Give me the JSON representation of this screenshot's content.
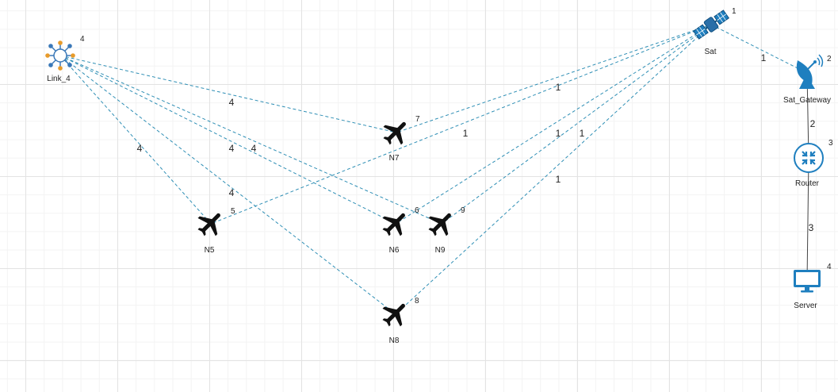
{
  "nodes": {
    "link4": {
      "name": "Link_4",
      "id": "4"
    },
    "sat": {
      "name": "Sat",
      "id": "1"
    },
    "gateway": {
      "name": "Sat_Gateway",
      "id": "2"
    },
    "router": {
      "name": "Router",
      "id": "3"
    },
    "server": {
      "name": "Server",
      "id": "4"
    },
    "n5": {
      "name": "N5",
      "id": "5"
    },
    "n6": {
      "name": "N6",
      "id": "6"
    },
    "n7": {
      "name": "N7",
      "id": "7"
    },
    "n8": {
      "name": "N8",
      "id": "8"
    },
    "n9": {
      "name": "N9",
      "id": "9"
    }
  },
  "links": [
    {
      "from": "link4",
      "to": "n7",
      "label": "4"
    },
    {
      "from": "link4",
      "to": "n6",
      "label": "4"
    },
    {
      "from": "link4",
      "to": "n9",
      "label": "4"
    },
    {
      "from": "link4",
      "to": "n5",
      "label": "4"
    },
    {
      "from": "link4",
      "to": "n8",
      "label": "4"
    },
    {
      "from": "sat",
      "to": "n7",
      "label": "1"
    },
    {
      "from": "sat",
      "to": "n5",
      "label": "1"
    },
    {
      "from": "sat",
      "to": "n6",
      "label": "1"
    },
    {
      "from": "sat",
      "to": "n9",
      "label": "1"
    },
    {
      "from": "sat",
      "to": "n8",
      "label": "1"
    },
    {
      "from": "sat",
      "to": "gateway",
      "label": "1"
    },
    {
      "from": "gateway",
      "to": "router",
      "label": "2"
    },
    {
      "from": "router",
      "to": "server",
      "label": "3"
    }
  ],
  "colors": {
    "wireless_link": "#2f8fb5",
    "wired_link": "#444444",
    "device_blue": "#1f7fbf",
    "aircraft": "#111111",
    "link_node_orange": "#e89b2a",
    "link_node_blue": "#3a78b8"
  }
}
